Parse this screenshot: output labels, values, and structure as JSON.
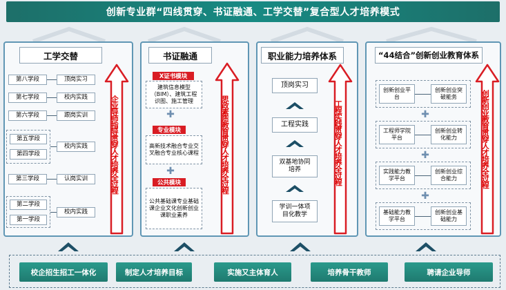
{
  "title": "创新专业群“四线贯穿、书证融通、工学交替”复合型人才培养模式",
  "panel1": {
    "title": "工学交替",
    "stages": [
      "第八学段",
      "第七学段",
      "第六学段",
      "第五学段",
      "第四学段",
      "第三学段",
      "第二学段",
      "第一学段"
    ],
    "places": [
      "顶岗实习",
      "校内实践",
      "跟岗实训",
      "校内实践",
      "认岗实训",
      "校内实践"
    ],
    "arrow_text": "企业导师指导贯穿人才培养全过程"
  },
  "panel2": {
    "title": "书证融通",
    "tags": [
      "X证书模块",
      "专业模块",
      "公共模块"
    ],
    "x_cert": "建筑信息模型（BIM）、建筑工程识图、施工管理",
    "major": "高新技术融合专业交叉融合专业核心课程",
    "public": "公共基础课专业基础课企业文化创新创业课职业素养",
    "arrow_text": "思政素质教育贯穿人才培养全过程"
  },
  "panel3": {
    "title": "职业能力培养体系",
    "steps": [
      "顶岗实习",
      "工程实践",
      "双基地协同培养",
      "学训一体项目化教学"
    ],
    "arrow_text": "工程实践贯穿人才培养全过程"
  },
  "panel4": {
    "title": "“44结合”创新创业教育体系",
    "rows": [
      {
        "left": "创新创业平台",
        "right": "创新创业突破能务"
      },
      {
        "left": "工程师学院平台",
        "right": "创新创业转化能力"
      },
      {
        "left": "实践能力教学平台",
        "right": "创新创业综合能力"
      },
      {
        "left": "基础能力教学平台",
        "right": "创新创业基础能力"
      }
    ],
    "arrow_text": "创新创业教育贯穿人才培养全过程"
  },
  "bottom": [
    "校企招生招工一体化",
    "制定人才培养目标",
    "实施又主体育人",
    "培养骨干教师",
    "聘请企业导师"
  ],
  "colors": {
    "title_bg": "#1d6f69",
    "accent_red": "#d91d24",
    "panel_border": "#5f96b4",
    "button_bg": "#2a9a8c"
  }
}
